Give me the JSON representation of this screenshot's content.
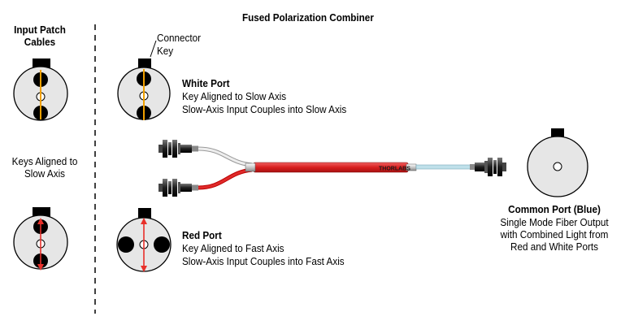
{
  "title": "Fused Polarization Combiner",
  "left_column": {
    "heading_line1": "Input Patch",
    "heading_line2": "Cables",
    "middle_line1": "Keys Aligned to",
    "middle_line2": "Slow Axis"
  },
  "connector_key": {
    "line1": "Connector",
    "line2": "Key"
  },
  "white_port": {
    "name": "White Port",
    "line1": "Key Aligned to Slow Axis",
    "line2": "Slow-Axis Input Couples into Slow Axis"
  },
  "red_port": {
    "name": "Red Port",
    "line1": "Key Aligned to Fast Axis",
    "line2": "Slow-Axis Input Couples into Fast Axis"
  },
  "common_port": {
    "name": "Common Port (Blue)",
    "line1": "Single Mode Fiber Output",
    "line2": "with Combined Light from",
    "line3": "Red and White Ports"
  },
  "brand_label": "THORLABS",
  "colors": {
    "slow_axis_orange": "#f0a000",
    "red_axis": "#e8302a",
    "red_fiber": "#d82020",
    "face_fill": "#e6e6e6",
    "output_fiber": "#bfe0ea"
  }
}
